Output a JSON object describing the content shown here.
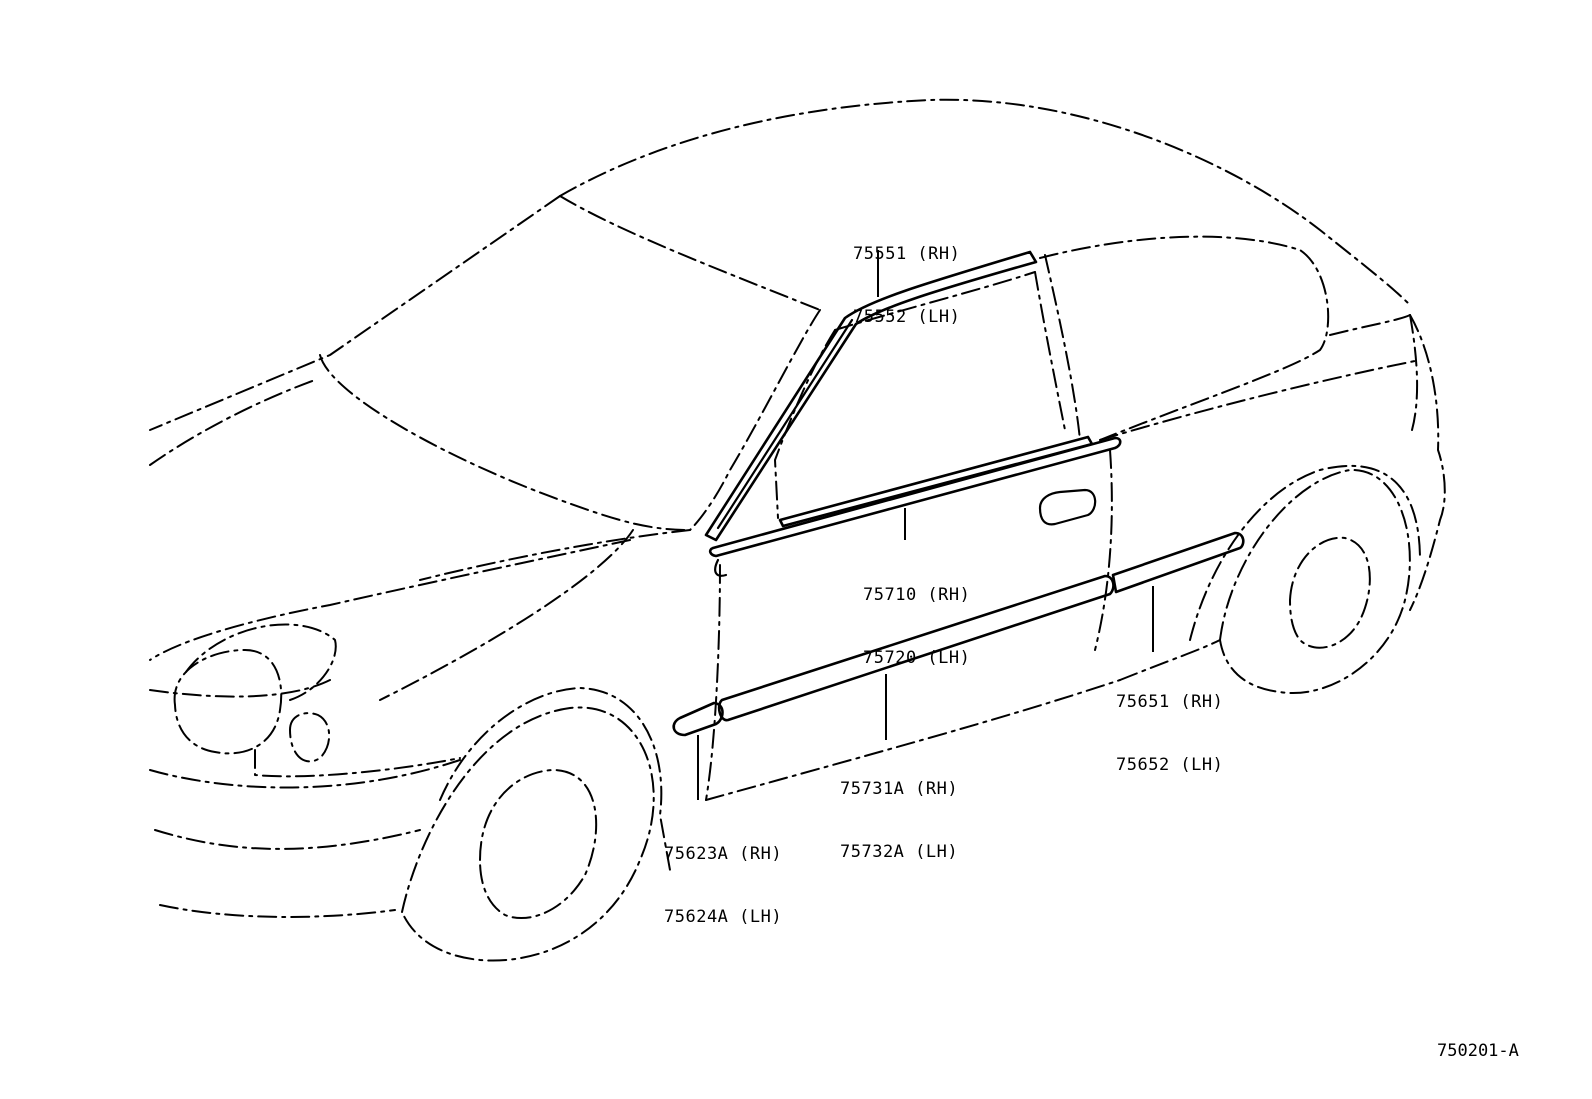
{
  "callouts": {
    "window_frame_molding": {
      "rh": "75551 (RH)",
      "lh": "75552 (LH)"
    },
    "belt_molding": {
      "rh": "75710 (RH)",
      "lh": "75720 (LH)"
    },
    "rear_side_molding": {
      "rh": "75651 (RH)",
      "lh": "75652 (LH)"
    },
    "door_side_molding": {
      "rh": "75731A (RH)",
      "lh": "75732A (LH)"
    },
    "front_fender_molding": {
      "rh": "75623A (RH)",
      "lh": "75624A (LH)"
    }
  },
  "reference_code": "750201-A"
}
